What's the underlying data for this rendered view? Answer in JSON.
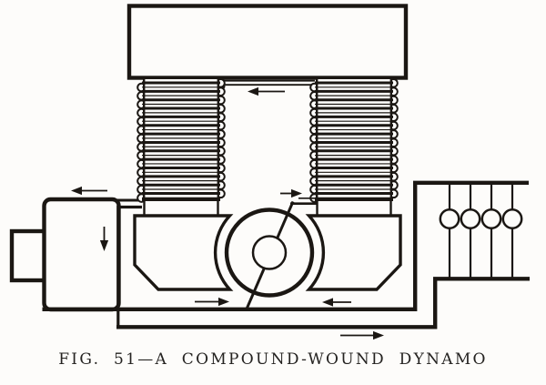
{
  "figure": {
    "caption": "FIG. 51—A COMPOUND-WOUND DYNAMO",
    "figure_number": "51",
    "title": "A Compound-Wound Dynamo",
    "style": "black-ink line engraving on paper",
    "ink_color": "#1b1713",
    "paper_color": "#fdfcfa",
    "components": [
      {
        "name": "field-yoke",
        "desc": "top horizontal magnet yoke bar"
      },
      {
        "name": "field-coil-left",
        "desc": "left field winding, about 14 turns"
      },
      {
        "name": "field-coil-right",
        "desc": "right field winding, about 14 turns"
      },
      {
        "name": "series-link-wire",
        "desc": "double wire joining the two coil tops"
      },
      {
        "name": "pole-piece-left",
        "desc": "left pole shoe, concave face"
      },
      {
        "name": "pole-piece-right",
        "desc": "right pole shoe, concave face"
      },
      {
        "name": "armature",
        "desc": "rotor ring between pole faces"
      },
      {
        "name": "commutator",
        "desc": "inner circle of armature"
      },
      {
        "name": "brush-lead",
        "desc": "diagonal brush line through commutator"
      },
      {
        "name": "drive-shaft",
        "desc": "shaft stub at far left"
      },
      {
        "name": "bearing-pedestal",
        "desc": "rounded bearing block at left"
      },
      {
        "name": "lamp-bank",
        "desc": "four lamps in parallel at right",
        "lamp_count": 4
      },
      {
        "name": "circuit-wires",
        "desc": "base and return wiring to lamp bank"
      }
    ],
    "current_arrows": [
      {
        "id": "gap-top",
        "direction": "left"
      },
      {
        "id": "left-lead",
        "direction": "left"
      },
      {
        "id": "pedestal-down",
        "direction": "down"
      },
      {
        "id": "brush-top-lead",
        "direction": "right"
      },
      {
        "id": "base-left",
        "direction": "right"
      },
      {
        "id": "base-right",
        "direction": "left"
      },
      {
        "id": "return-wire",
        "direction": "right"
      }
    ]
  }
}
